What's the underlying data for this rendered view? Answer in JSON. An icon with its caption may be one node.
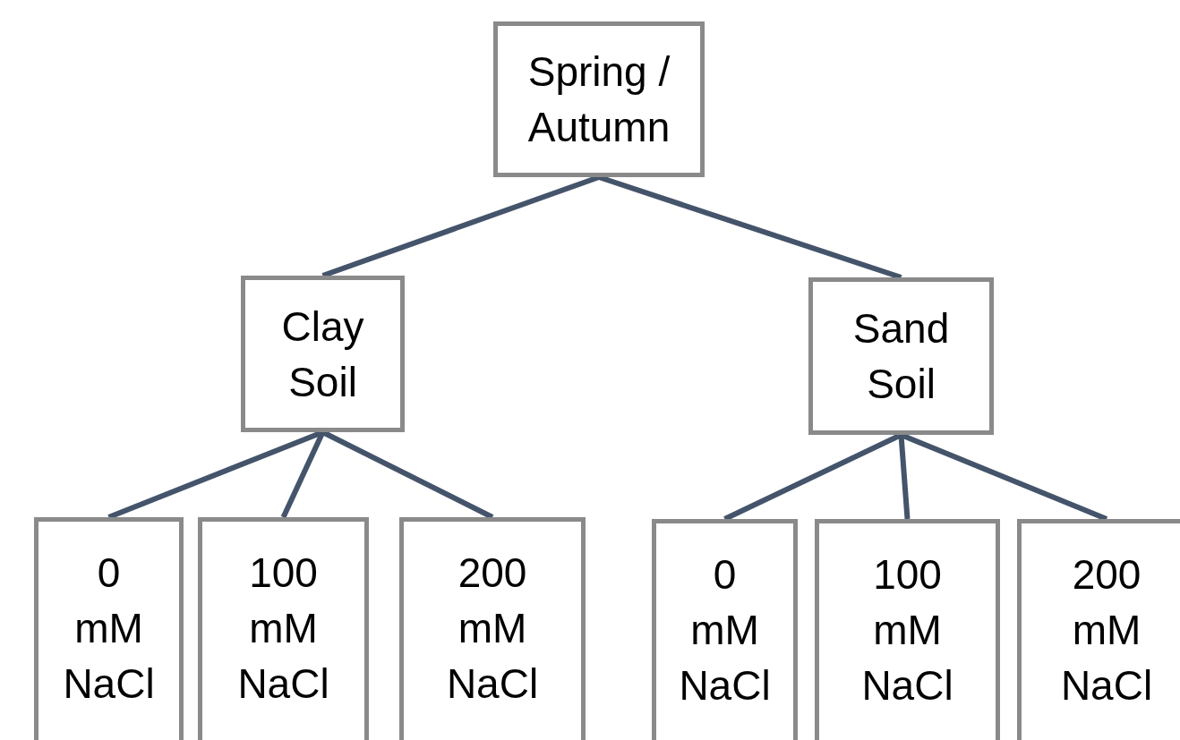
{
  "diagram": {
    "nodes": [
      {
        "text": [
          "Spring / Autumn"
        ]
      },
      {
        "text": [
          "Clay Soil"
        ]
      },
      {
        "text": [
          "Sand Soil"
        ]
      },
      {
        "text": [
          "0 mM NaCl"
        ]
      },
      {
        "text": [
          "100 mM NaCl"
        ]
      },
      {
        "text": [
          "200 mM NaCl"
        ]
      },
      {
        "text": [
          "0 mM NaCl"
        ]
      },
      {
        "text": [
          "100 mM NaCl"
        ]
      },
      {
        "text": [
          "200 mM NaCl"
        ]
      }
    ],
    "edges": [
      {
        "from": 0,
        "to": 1,
        "arrow": "none"
      },
      {
        "from": 0,
        "to": 2,
        "arrow": "none"
      },
      {
        "from": 1,
        "to": 3,
        "arrow": "none"
      },
      {
        "from": 1,
        "to": 4,
        "arrow": "none"
      },
      {
        "from": 1,
        "to": 5,
        "arrow": "none"
      },
      {
        "from": 2,
        "to": 6,
        "arrow": "none"
      },
      {
        "from": 2,
        "to": 7,
        "arrow": "none"
      },
      {
        "from": 2,
        "to": 8,
        "arrow": "none"
      }
    ]
  }
}
